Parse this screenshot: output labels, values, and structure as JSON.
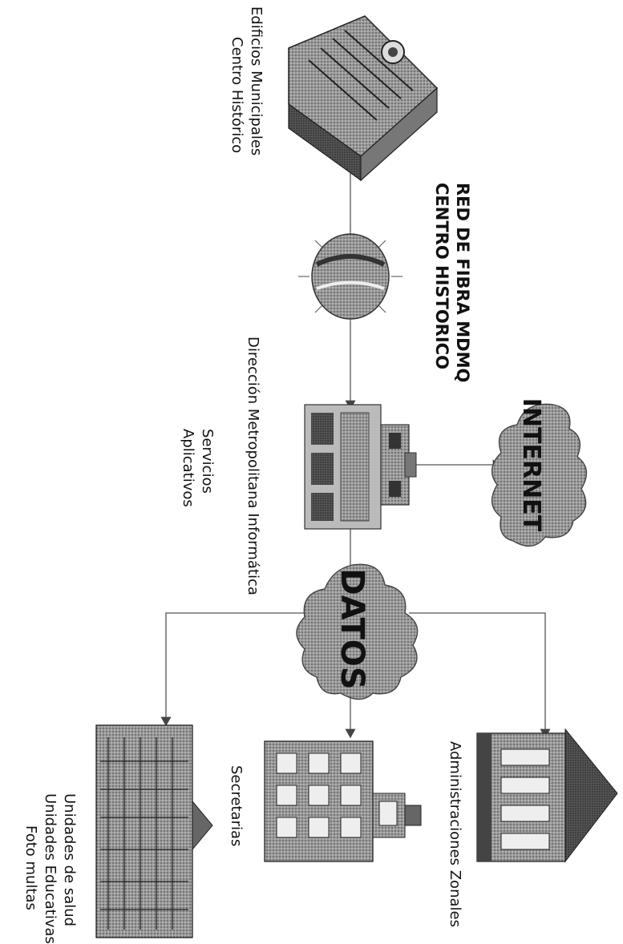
{
  "title": {
    "line1": "RED DE FIBRA MDMQ",
    "line2": "CENTRO HISTORICO"
  },
  "labels": {
    "edificios_line1": "Edificios Municipales",
    "edificios_line2": "Centro Histórico",
    "direccion": "Dirección Metropolitana Informática",
    "servicios_line1": "Servicios",
    "servicios_line2": "Aplicativos",
    "administraciones": "Administraciones Zonales",
    "secretarias": "Secretarias",
    "unidades_line1": "Unidades de salud",
    "unidades_line2": "Unidades Educativas",
    "unidades_line3": "Foto multas"
  },
  "clouds": {
    "internet": "INTERNET",
    "datos": "DATOS"
  },
  "icons": {
    "municipal": "municipal-building-icon",
    "fiber_hub": "fiber-globe-icon",
    "servers": "server-rack-icon",
    "internet": "internet-cloud-icon",
    "datos": "datos-cloud-icon",
    "zonal": "temple-building-icon",
    "secretarias": "office-building-icon",
    "unidades": "tower-building-icon"
  },
  "colors": {
    "ink": "#1a1a1a",
    "gray_dark": "#4a4a4a",
    "gray_mid": "#8a8a8a",
    "gray_light": "#c8c8c8"
  }
}
